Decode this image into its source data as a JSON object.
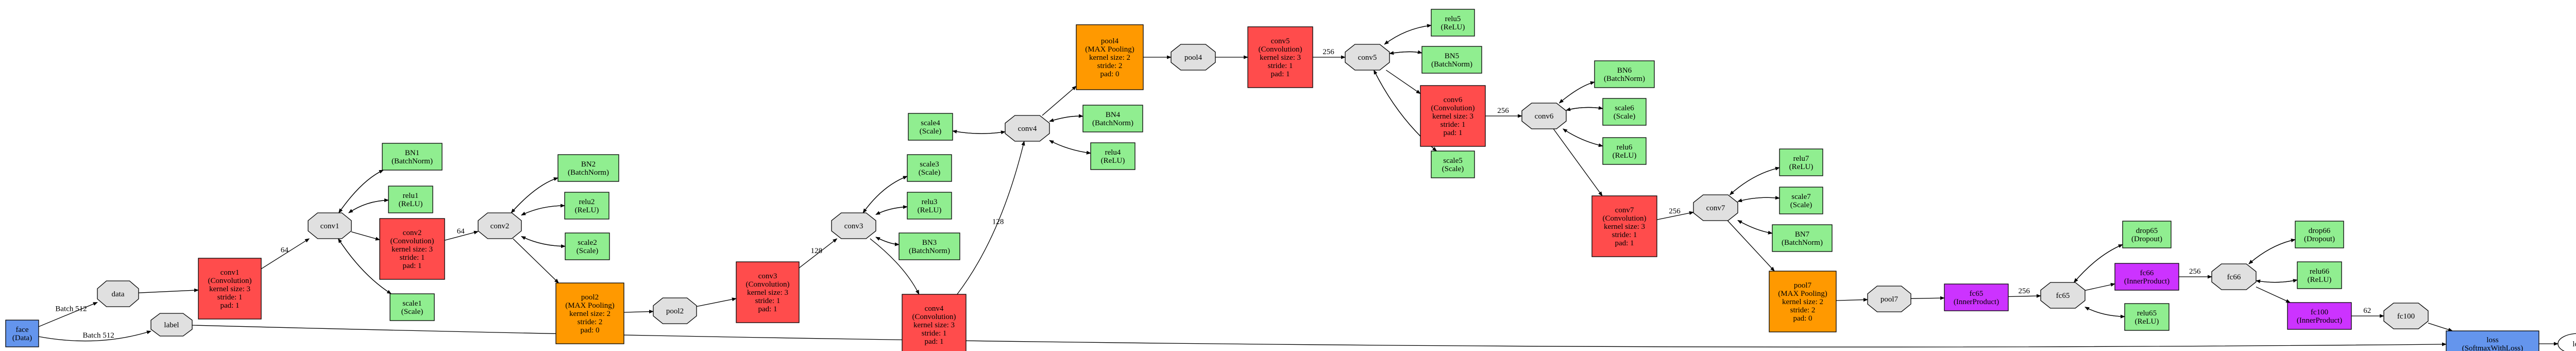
{
  "diagram": {
    "colors": {
      "data": "#6495ed",
      "conv": "#ff4c4c",
      "pool": "#ff9900",
      "batchnorm": "#90ee90",
      "relu": "#90ee90",
      "scale": "#90ee90",
      "dropout": "#90ee90",
      "innerproduct": "#cc33ff",
      "loss": "#6495ed",
      "blob": "#e0e0e0",
      "terminal": "#ffffff"
    },
    "nodes": [
      {
        "id": "face",
        "kind": "data",
        "shape": "rect",
        "lines": [
          "face",
          "(Data)"
        ]
      },
      {
        "id": "data",
        "kind": "blob",
        "shape": "oct",
        "lines": [
          "data"
        ]
      },
      {
        "id": "label",
        "kind": "blob",
        "shape": "oct",
        "lines": [
          "label"
        ]
      },
      {
        "id": "conv1",
        "kind": "conv",
        "shape": "rect",
        "lines": [
          "conv1",
          "(Convolution)",
          "kernel size: 3",
          "stride: 1",
          "pad: 1"
        ]
      },
      {
        "id": "conv1b",
        "kind": "blob",
        "shape": "oct",
        "lines": [
          "conv1"
        ]
      },
      {
        "id": "BN1",
        "kind": "batchnorm",
        "shape": "rect",
        "lines": [
          "BN1",
          "(BatchNorm)"
        ]
      },
      {
        "id": "relu1",
        "kind": "relu",
        "shape": "rect",
        "lines": [
          "relu1",
          "(ReLU)"
        ]
      },
      {
        "id": "scale1",
        "kind": "scale",
        "shape": "rect",
        "lines": [
          "scale1",
          "(Scale)"
        ]
      },
      {
        "id": "conv2",
        "kind": "conv",
        "shape": "rect",
        "lines": [
          "conv2",
          "(Convolution)",
          "kernel size: 3",
          "stride: 1",
          "pad: 1"
        ]
      },
      {
        "id": "conv2b",
        "kind": "blob",
        "shape": "oct",
        "lines": [
          "conv2"
        ]
      },
      {
        "id": "BN2",
        "kind": "batchnorm",
        "shape": "rect",
        "lines": [
          "BN2",
          "(BatchNorm)"
        ]
      },
      {
        "id": "relu2",
        "kind": "relu",
        "shape": "rect",
        "lines": [
          "relu2",
          "(ReLU)"
        ]
      },
      {
        "id": "scale2",
        "kind": "scale",
        "shape": "rect",
        "lines": [
          "scale2",
          "(Scale)"
        ]
      },
      {
        "id": "pool2",
        "kind": "pool",
        "shape": "rect",
        "lines": [
          "pool2",
          "(MAX Pooling)",
          "kernel size: 2",
          "stride: 2",
          "pad: 0"
        ]
      },
      {
        "id": "pool2b",
        "kind": "blob",
        "shape": "oct",
        "lines": [
          "pool2"
        ]
      },
      {
        "id": "conv3",
        "kind": "conv",
        "shape": "rect",
        "lines": [
          "conv3",
          "(Convolution)",
          "kernel size: 3",
          "stride: 1",
          "pad: 1"
        ]
      },
      {
        "id": "conv3b",
        "kind": "blob",
        "shape": "oct",
        "lines": [
          "conv3"
        ]
      },
      {
        "id": "scale3",
        "kind": "scale",
        "shape": "rect",
        "lines": [
          "scale3",
          "(Scale)"
        ]
      },
      {
        "id": "relu3",
        "kind": "relu",
        "shape": "rect",
        "lines": [
          "relu3",
          "(ReLU)"
        ]
      },
      {
        "id": "BN3",
        "kind": "batchnorm",
        "shape": "rect",
        "lines": [
          "BN3",
          "(BatchNorm)"
        ]
      },
      {
        "id": "conv4",
        "kind": "conv",
        "shape": "rect",
        "lines": [
          "conv4",
          "(Convolution)",
          "kernel size: 3",
          "stride: 1",
          "pad: 1"
        ]
      },
      {
        "id": "conv4b",
        "kind": "blob",
        "shape": "oct",
        "lines": [
          "conv4"
        ]
      },
      {
        "id": "scale4",
        "kind": "scale",
        "shape": "rect",
        "lines": [
          "scale4",
          "(Scale)"
        ]
      },
      {
        "id": "BN4",
        "kind": "batchnorm",
        "shape": "rect",
        "lines": [
          "BN4",
          "(BatchNorm)"
        ]
      },
      {
        "id": "relu4",
        "kind": "relu",
        "shape": "rect",
        "lines": [
          "relu4",
          "(ReLU)"
        ]
      },
      {
        "id": "pool4",
        "kind": "pool",
        "shape": "rect",
        "lines": [
          "pool4",
          "(MAX Pooling)",
          "kernel size: 2",
          "stride: 2",
          "pad: 0"
        ]
      },
      {
        "id": "pool4b",
        "kind": "blob",
        "shape": "oct",
        "lines": [
          "pool4"
        ]
      },
      {
        "id": "conv5",
        "kind": "conv",
        "shape": "rect",
        "lines": [
          "conv5",
          "(Convolution)",
          "kernel size: 3",
          "stride: 1",
          "pad: 1"
        ]
      },
      {
        "id": "conv5b",
        "kind": "blob",
        "shape": "oct",
        "lines": [
          "conv5"
        ]
      },
      {
        "id": "relu5",
        "kind": "relu",
        "shape": "rect",
        "lines": [
          "relu5",
          "(ReLU)"
        ]
      },
      {
        "id": "BN5",
        "kind": "batchnorm",
        "shape": "rect",
        "lines": [
          "BN5",
          "(BatchNorm)"
        ]
      },
      {
        "id": "scale5",
        "kind": "scale",
        "shape": "rect",
        "lines": [
          "scale5",
          "(Scale)"
        ]
      },
      {
        "id": "conv6",
        "kind": "conv",
        "shape": "rect",
        "lines": [
          "conv6",
          "(Convolution)",
          "kernel size: 3",
          "stride: 1",
          "pad: 1"
        ]
      },
      {
        "id": "conv6b",
        "kind": "blob",
        "shape": "oct",
        "lines": [
          "conv6"
        ]
      },
      {
        "id": "BN6",
        "kind": "batchnorm",
        "shape": "rect",
        "lines": [
          "BN6",
          "(BatchNorm)"
        ]
      },
      {
        "id": "scale6",
        "kind": "scale",
        "shape": "rect",
        "lines": [
          "scale6",
          "(Scale)"
        ]
      },
      {
        "id": "relu6",
        "kind": "relu",
        "shape": "rect",
        "lines": [
          "relu6",
          "(ReLU)"
        ]
      },
      {
        "id": "conv7",
        "kind": "conv",
        "shape": "rect",
        "lines": [
          "conv7",
          "(Convolution)",
          "kernel size: 3",
          "stride: 1",
          "pad: 1"
        ]
      },
      {
        "id": "conv7b",
        "kind": "blob",
        "shape": "oct",
        "lines": [
          "conv7"
        ]
      },
      {
        "id": "relu7",
        "kind": "relu",
        "shape": "rect",
        "lines": [
          "relu7",
          "(ReLU)"
        ]
      },
      {
        "id": "scale7",
        "kind": "scale",
        "shape": "rect",
        "lines": [
          "scale7",
          "(Scale)"
        ]
      },
      {
        "id": "BN7",
        "kind": "batchnorm",
        "shape": "rect",
        "lines": [
          "BN7",
          "(BatchNorm)"
        ]
      },
      {
        "id": "pool7",
        "kind": "pool",
        "shape": "rect",
        "lines": [
          "pool7",
          "(MAX Pooling)",
          "kernel size: 2",
          "stride: 2",
          "pad: 0"
        ]
      },
      {
        "id": "pool7b",
        "kind": "blob",
        "shape": "oct",
        "lines": [
          "pool7"
        ]
      },
      {
        "id": "fc65",
        "kind": "innerproduct",
        "shape": "rect",
        "lines": [
          "fc65",
          "(InnerProduct)"
        ]
      },
      {
        "id": "fc65b",
        "kind": "blob",
        "shape": "oct",
        "lines": [
          "fc65"
        ]
      },
      {
        "id": "drop65",
        "kind": "dropout",
        "shape": "rect",
        "lines": [
          "drop65",
          "(Dropout)"
        ]
      },
      {
        "id": "relu65",
        "kind": "relu",
        "shape": "rect",
        "lines": [
          "relu65",
          "(ReLU)"
        ]
      },
      {
        "id": "fc66",
        "kind": "innerproduct",
        "shape": "rect",
        "lines": [
          "fc66",
          "(InnerProduct)"
        ]
      },
      {
        "id": "fc66b",
        "kind": "blob",
        "shape": "oct",
        "lines": [
          "fc66"
        ]
      },
      {
        "id": "drop66",
        "kind": "dropout",
        "shape": "rect",
        "lines": [
          "drop66",
          "(Dropout)"
        ]
      },
      {
        "id": "relu66",
        "kind": "relu",
        "shape": "rect",
        "lines": [
          "relu66",
          "(ReLU)"
        ]
      },
      {
        "id": "fc100",
        "kind": "innerproduct",
        "shape": "rect",
        "lines": [
          "fc100",
          "(InnerProduct)"
        ]
      },
      {
        "id": "fc100b",
        "kind": "blob",
        "shape": "oct",
        "lines": [
          "fc100"
        ]
      },
      {
        "id": "loss",
        "kind": "loss",
        "shape": "rect",
        "lines": [
          "loss",
          "(SoftmaxWithLoss)"
        ]
      },
      {
        "id": "lossb",
        "kind": "terminal",
        "shape": "ellipse",
        "lines": [
          "loss"
        ]
      }
    ],
    "edges": [
      {
        "from": "face",
        "to": "data",
        "label": "Batch 512"
      },
      {
        "from": "face",
        "to": "label",
        "label": "Batch 512"
      },
      {
        "from": "data",
        "to": "conv1",
        "label": ""
      },
      {
        "from": "conv1",
        "to": "conv1b",
        "label": "64"
      },
      {
        "from": "conv1b",
        "to": "BN1",
        "label": ""
      },
      {
        "from": "BN1",
        "to": "conv1b",
        "label": ""
      },
      {
        "from": "conv1b",
        "to": "relu1",
        "label": ""
      },
      {
        "from": "relu1",
        "to": "conv1b",
        "label": ""
      },
      {
        "from": "conv1b",
        "to": "scale1",
        "label": ""
      },
      {
        "from": "scale1",
        "to": "conv1b",
        "label": ""
      },
      {
        "from": "conv1b",
        "to": "conv2",
        "label": ""
      },
      {
        "from": "conv2",
        "to": "conv2b",
        "label": "64"
      },
      {
        "from": "conv2b",
        "to": "BN2",
        "label": ""
      },
      {
        "from": "BN2",
        "to": "conv2b",
        "label": ""
      },
      {
        "from": "conv2b",
        "to": "relu2",
        "label": ""
      },
      {
        "from": "relu2",
        "to": "conv2b",
        "label": ""
      },
      {
        "from": "conv2b",
        "to": "scale2",
        "label": ""
      },
      {
        "from": "scale2",
        "to": "conv2b",
        "label": ""
      },
      {
        "from": "conv2b",
        "to": "pool2",
        "label": ""
      },
      {
        "from": "pool2",
        "to": "pool2b",
        "label": ""
      },
      {
        "from": "pool2b",
        "to": "conv3",
        "label": ""
      },
      {
        "from": "conv3",
        "to": "conv3b",
        "label": "128"
      },
      {
        "from": "conv3b",
        "to": "scale3",
        "label": ""
      },
      {
        "from": "scale3",
        "to": "conv3b",
        "label": ""
      },
      {
        "from": "conv3b",
        "to": "relu3",
        "label": ""
      },
      {
        "from": "relu3",
        "to": "conv3b",
        "label": ""
      },
      {
        "from": "conv3b",
        "to": "BN3",
        "label": ""
      },
      {
        "from": "BN3",
        "to": "conv3b",
        "label": ""
      },
      {
        "from": "conv3b",
        "to": "conv4",
        "label": ""
      },
      {
        "from": "conv4",
        "to": "conv4b",
        "label": "128"
      },
      {
        "from": "conv4b",
        "to": "scale4",
        "label": ""
      },
      {
        "from": "scale4",
        "to": "conv4b",
        "label": ""
      },
      {
        "from": "conv4b",
        "to": "BN4",
        "label": ""
      },
      {
        "from": "BN4",
        "to": "conv4b",
        "label": ""
      },
      {
        "from": "conv4b",
        "to": "relu4",
        "label": ""
      },
      {
        "from": "relu4",
        "to": "conv4b",
        "label": ""
      },
      {
        "from": "conv4b",
        "to": "pool4",
        "label": ""
      },
      {
        "from": "pool4",
        "to": "pool4b",
        "label": ""
      },
      {
        "from": "pool4b",
        "to": "conv5",
        "label": ""
      },
      {
        "from": "conv5",
        "to": "conv5b",
        "label": "256"
      },
      {
        "from": "conv5b",
        "to": "relu5",
        "label": ""
      },
      {
        "from": "relu5",
        "to": "conv5b",
        "label": ""
      },
      {
        "from": "conv5b",
        "to": "BN5",
        "label": ""
      },
      {
        "from": "BN5",
        "to": "conv5b",
        "label": ""
      },
      {
        "from": "conv5b",
        "to": "scale5",
        "label": ""
      },
      {
        "from": "scale5",
        "to": "conv5b",
        "label": ""
      },
      {
        "from": "conv5b",
        "to": "conv6",
        "label": ""
      },
      {
        "from": "conv6",
        "to": "conv6b",
        "label": "256"
      },
      {
        "from": "conv6b",
        "to": "BN6",
        "label": ""
      },
      {
        "from": "BN6",
        "to": "conv6b",
        "label": ""
      },
      {
        "from": "conv6b",
        "to": "scale6",
        "label": ""
      },
      {
        "from": "scale6",
        "to": "conv6b",
        "label": ""
      },
      {
        "from": "conv6b",
        "to": "relu6",
        "label": ""
      },
      {
        "from": "relu6",
        "to": "conv6b",
        "label": ""
      },
      {
        "from": "conv6b",
        "to": "conv7",
        "label": ""
      },
      {
        "from": "conv7",
        "to": "conv7b",
        "label": "256"
      },
      {
        "from": "conv7b",
        "to": "relu7",
        "label": ""
      },
      {
        "from": "relu7",
        "to": "conv7b",
        "label": ""
      },
      {
        "from": "conv7b",
        "to": "scale7",
        "label": ""
      },
      {
        "from": "scale7",
        "to": "conv7b",
        "label": ""
      },
      {
        "from": "conv7b",
        "to": "BN7",
        "label": ""
      },
      {
        "from": "BN7",
        "to": "conv7b",
        "label": ""
      },
      {
        "from": "conv7b",
        "to": "pool7",
        "label": ""
      },
      {
        "from": "pool7",
        "to": "pool7b",
        "label": ""
      },
      {
        "from": "pool7b",
        "to": "fc65",
        "label": ""
      },
      {
        "from": "fc65",
        "to": "fc65b",
        "label": "256"
      },
      {
        "from": "fc65b",
        "to": "drop65",
        "label": ""
      },
      {
        "from": "drop65",
        "to": "fc65b",
        "label": ""
      },
      {
        "from": "fc65b",
        "to": "relu65",
        "label": ""
      },
      {
        "from": "relu65",
        "to": "fc65b",
        "label": ""
      },
      {
        "from": "fc65b",
        "to": "fc66",
        "label": ""
      },
      {
        "from": "fc66",
        "to": "fc66b",
        "label": "256"
      },
      {
        "from": "fc66b",
        "to": "drop66",
        "label": ""
      },
      {
        "from": "drop66",
        "to": "fc66b",
        "label": ""
      },
      {
        "from": "fc66b",
        "to": "relu66",
        "label": ""
      },
      {
        "from": "relu66",
        "to": "fc66b",
        "label": ""
      },
      {
        "from": "fc66b",
        "to": "fc100",
        "label": ""
      },
      {
        "from": "fc100",
        "to": "fc100b",
        "label": "62"
      },
      {
        "from": "fc100b",
        "to": "loss",
        "label": ""
      },
      {
        "from": "label",
        "to": "loss",
        "label": ""
      },
      {
        "from": "loss",
        "to": "lossb",
        "label": ""
      }
    ]
  }
}
